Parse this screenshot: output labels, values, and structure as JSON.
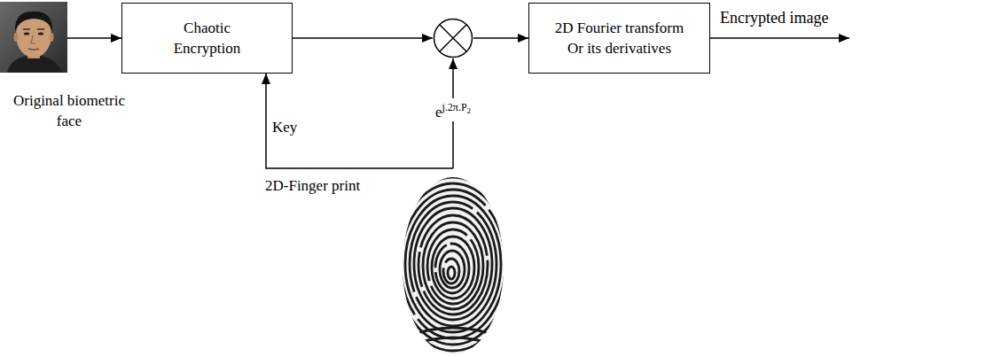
{
  "diagram": {
    "nodes": [
      {
        "text": [
          "Original biometric face"
        ]
      },
      {
        "text": [
          "Chaotic Encryption"
        ]
      },
      {
        "text": []
      },
      {
        "text": [
          "2D Fourier transform Or its derivatives"
        ]
      },
      {
        "text": [
          "2D-Finger print"
        ]
      }
    ],
    "edges": [
      {
        "from": 0,
        "to": 1,
        "arrow": "to"
      },
      {
        "from": 1,
        "to": 2,
        "arrow": "to"
      },
      {
        "from": 2,
        "to": 3,
        "arrow": "to"
      },
      {
        "from": 4,
        "to": 1,
        "label": "Key",
        "arrow": "to"
      },
      {
        "from": 4,
        "to": 2,
        "label": "ej.2π.P2",
        "arrow": "to"
      }
    ],
    "labels": [
      "Encrypted image"
    ]
  }
}
